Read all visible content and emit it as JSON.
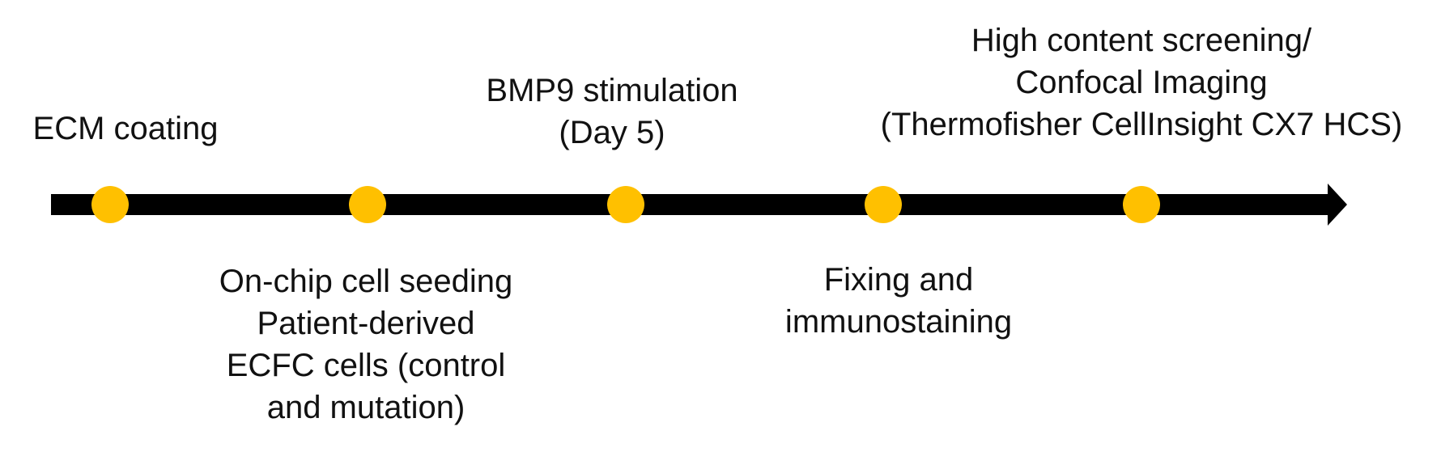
{
  "colors": {
    "axis": "#000000",
    "milestone": "#ffc000",
    "text": "#111111"
  },
  "milestones": [
    {
      "lines": [
        "ECM coating"
      ]
    },
    {
      "lines": [
        "On-chip cell seeding",
        "Patient-derived",
        "ECFC cells (control",
        "and mutation)"
      ]
    },
    {
      "lines": [
        "BMP9 stimulation",
        "(Day 5)"
      ]
    },
    {
      "lines": [
        "Fixing and",
        "immunostaining"
      ]
    },
    {
      "lines": [
        "High content screening/",
        "Confocal Imaging",
        "(Thermofisher CellInsight CX7 HCS)"
      ]
    }
  ]
}
